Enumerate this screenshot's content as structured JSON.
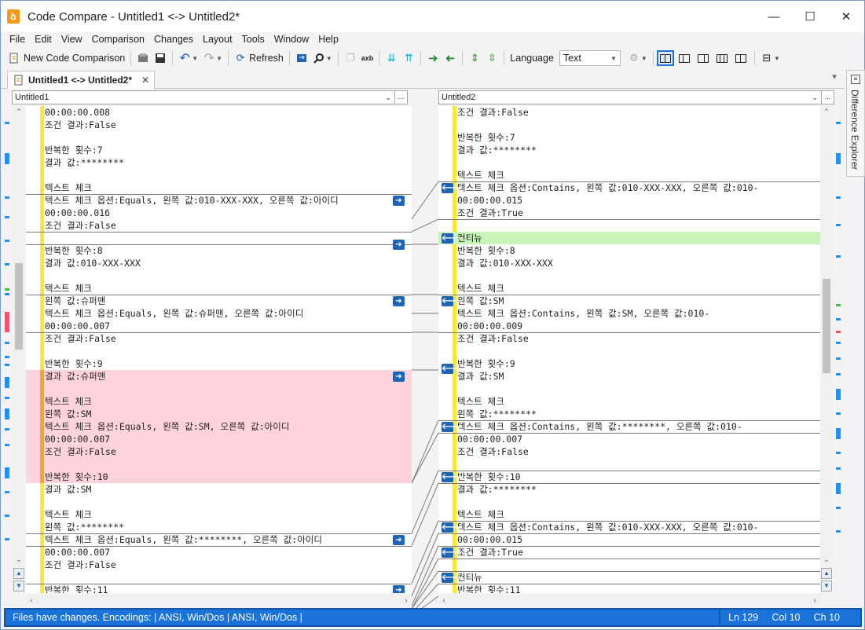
{
  "window": {
    "title": "Code Compare - Untitled1 <-> Untitled2*",
    "minimize": "—",
    "maximize": "☐",
    "close": "✕"
  },
  "menu": [
    "File",
    "Edit",
    "View",
    "Comparison",
    "Changes",
    "Layout",
    "Tools",
    "Window",
    "Help"
  ],
  "toolbar": {
    "new_comparison": "New Code Comparison",
    "refresh": "Refresh",
    "language_label": "Language",
    "language_value": "Text",
    "axb": "axb"
  },
  "tab": {
    "label": "Untitled1 <-> Untitled2*",
    "close": "✕"
  },
  "side_panel": {
    "label": "Difference Explorer"
  },
  "left_file": {
    "name": "Untitled1",
    "dots": "..."
  },
  "right_file": {
    "name": "Untitled2",
    "dots": "..."
  },
  "left_lines": [
    "00:00:00.008",
    "조건 결과:False",
    "",
    "반복한 횟수:7",
    "결과 값:********",
    "",
    "텍스트 체크",
    "텍스트 체크 옵션:Equals, 왼쪽 값:010-XXX-XXX, 오른쪽 값:아이디",
    "00:00:00.016",
    "조건 결과:False",
    "",
    "반복한 횟수:8",
    "결과 값:010-XXX-XXX",
    "",
    "텍스트 체크",
    "왼쪽 값:슈퍼맨",
    "텍스트 체크 옵션:Equals, 왼쪽 값:슈퍼맨, 오른쪽 값:아이디",
    "00:00:00.007",
    "조건 결과:False",
    "",
    "반복한 횟수:9",
    "결과 값:슈퍼맨",
    "",
    "텍스트 체크",
    "왼쪽 값:SM",
    "텍스트 체크 옵션:Equals, 왼쪽 값:SM, 오른쪽 값:아이디",
    "00:00:00.007",
    "조건 결과:False",
    "",
    "반복한 횟수:10",
    "결과 값:SM",
    "",
    "텍스트 체크",
    "왼쪽 값:********",
    "텍스트 체크 옵션:Equals, 왼쪽 값:********, 오른쪽 값:아이디",
    "00:00:00.007",
    "조건 결과:False",
    "",
    "반복한 횟수:11"
  ],
  "right_lines": [
    "조건 결과:False",
    "",
    "반복한 횟수:7",
    "결과 값:********",
    "",
    "텍스트 체크",
    "텍스트 체크 옵션:Contains, 왼쪽 값:010-XXX-XXX, 오른쪽 값:010-",
    "00:00:00.015",
    "조건 결과:True",
    "",
    "컨티뉴",
    "반복한 횟수:8",
    "결과 값:010-XXX-XXX",
    "",
    "텍스트 체크",
    "왼쪽 값:SM",
    "텍스트 체크 옵션:Contains, 왼쪽 값:SM, 오른쪽 값:010-",
    "00:00:00.009",
    "조건 결과:False",
    "",
    "반복한 횟수:9",
    "결과 값:SM",
    "",
    "텍스트 체크",
    "왼쪽 값:********",
    "텍스트 체크 옵션:Contains, 왼쪽 값:********, 오른쪽 값:010-",
    "00:00:00.007",
    "조건 결과:False",
    "",
    "반복한 횟수:10",
    "결과 값:********",
    "",
    "텍스트 체크",
    "텍스트 체크 옵션:Contains, 왼쪽 값:010-XXX-XXX, 오른쪽 값:010-",
    "00:00:00.015",
    "조건 결과:True",
    "",
    "컨티뉴",
    "반복한 횟수:11"
  ],
  "status": {
    "left": "Files have changes. Encodings:  |  ANSI, Win/Dos  |  ANSI, Win/Dos  |",
    "ln": "Ln 129",
    "col": "Col 10",
    "ch": "Ch 10"
  }
}
